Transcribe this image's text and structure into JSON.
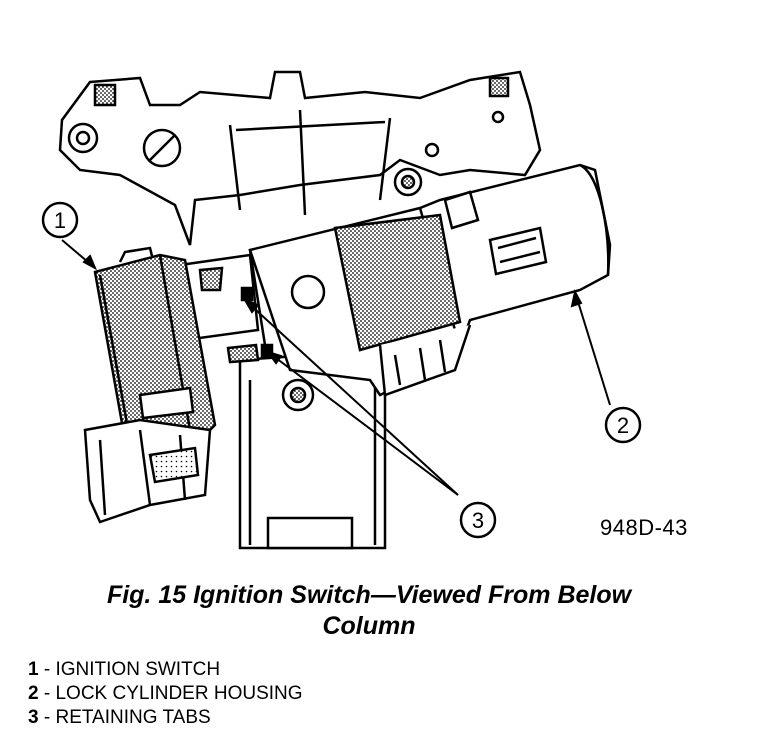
{
  "figure": {
    "code": "948D-43",
    "caption_line1": "Fig. 15 Ignition Switch—Viewed From Below",
    "caption_line2": "Column"
  },
  "callouts": [
    {
      "number": "1"
    },
    {
      "number": "2"
    },
    {
      "number": "3"
    }
  ],
  "legend": [
    {
      "number": "1",
      "separator": " - ",
      "label": "IGNITION SWITCH"
    },
    {
      "number": "2",
      "separator": " - ",
      "label": "LOCK CYLINDER HOUSING"
    },
    {
      "number": "3",
      "separator": " - ",
      "label": "RETAINING TABS"
    }
  ]
}
